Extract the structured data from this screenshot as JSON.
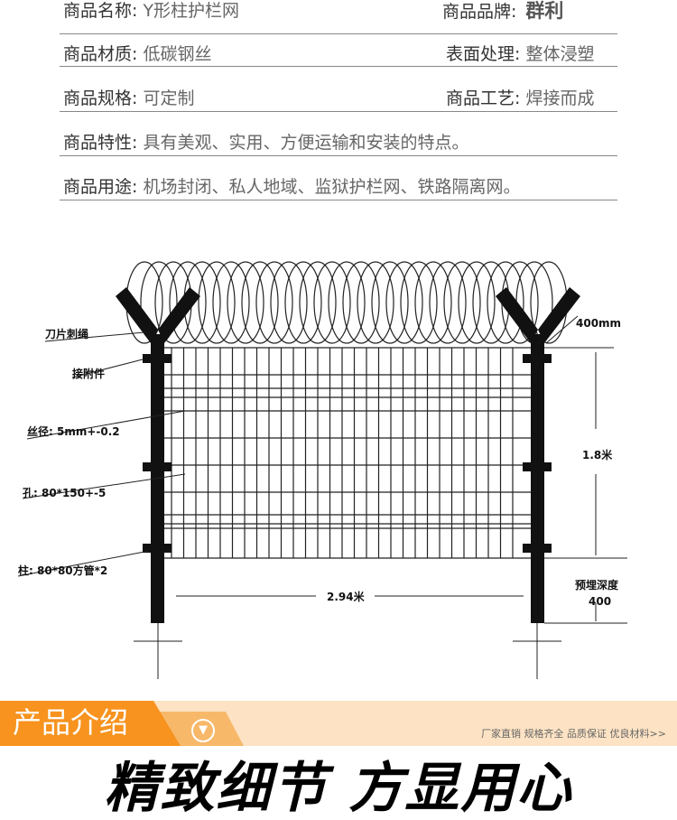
{
  "specs": [
    {
      "label": "商品名称:",
      "value": "Y形柱护栏网"
    },
    {
      "label": "商品品牌:",
      "value": "群利"
    },
    {
      "label": "商品材质:",
      "value": "低碳钢丝"
    },
    {
      "label": "表面处理:",
      "value": "整体浸塑"
    },
    {
      "label": "商品规格:",
      "value": "可定制"
    },
    {
      "label": "商品工艺:",
      "value": "焊接而成"
    },
    {
      "label": "商品特性:",
      "value": "具有美观、实用、方便运输和安装的特点。"
    },
    {
      "label": "商品用途:",
      "value": "机场封闭、私人地域、监狱护栏网、铁路隔离网。"
    }
  ],
  "diagram": {
    "razor_wire": "刀片刺绳",
    "attachment": "接附件",
    "wire_diameter": "丝径: 5mm+-0.2",
    "hole": "孔: 80*150+-5",
    "post": "柱: 80*80方管*2",
    "arm_length": "400mm",
    "height": "1.8米",
    "width": "2.94米",
    "embed_label": "预埋深度",
    "embed_value": "400"
  },
  "banner": {
    "title": "产品介绍",
    "icon": "chevron-down-circle-icon",
    "tagline": "厂家直销  规格齐全  品质保证  优良材料>>"
  },
  "headline": "精致细节 方显用心"
}
